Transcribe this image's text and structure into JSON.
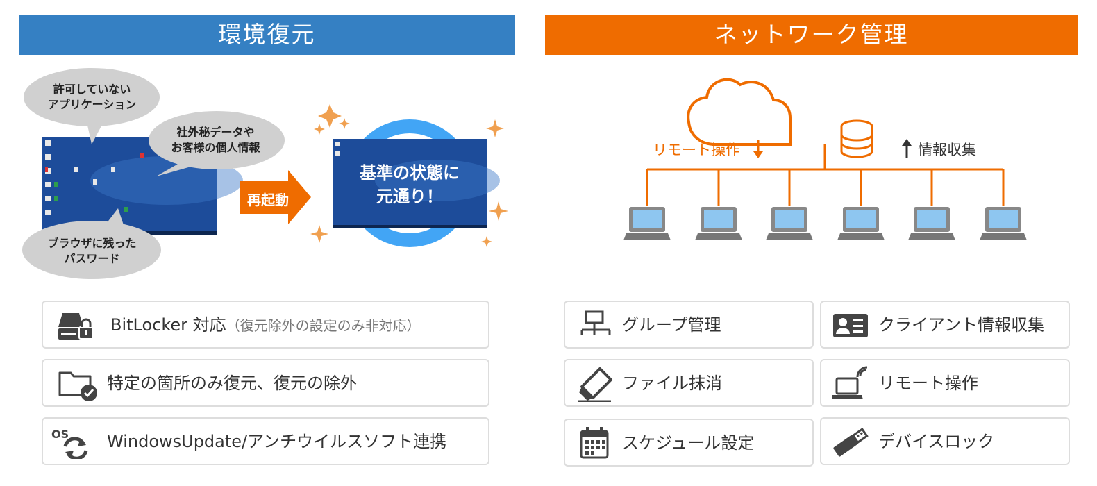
{
  "left_panel": {
    "title": "環境復元",
    "bubbles": {
      "b1_line1": "許可していない",
      "b1_line2": "アプリケーション",
      "b2_line1": "社外秘データや",
      "b2_line2": "お客様の個人情報",
      "b3_line1": "ブラウザに残った",
      "b3_line2": "パスワード"
    },
    "restart_label": "再起動",
    "restored_line1": "基準の状態に",
    "restored_line2": "元通り！",
    "features": [
      {
        "icon": "drive-lock-icon",
        "label": "BitLocker 対応",
        "note": "（復元除外の設定のみ非対応）"
      },
      {
        "icon": "folder-check-icon",
        "label": "特定の箇所のみ復元、復元の除外"
      },
      {
        "icon": "os-sync-icon",
        "label": "WindowsUpdate/アンチウイルスソフト連携"
      }
    ]
  },
  "right_panel": {
    "title": "ネットワーク管理",
    "remote_label": "リモート操作",
    "collect_label": "情報収集",
    "features": [
      {
        "icon": "network-group-icon",
        "label": "グループ管理"
      },
      {
        "icon": "id-card-icon",
        "label": "クライアント情報収集"
      },
      {
        "icon": "eraser-icon",
        "label": "ファイル抹消"
      },
      {
        "icon": "remote-laptop-icon",
        "label": "リモート操作"
      },
      {
        "icon": "calendar-icon",
        "label": "スケジュール設定"
      },
      {
        "icon": "usb-icon",
        "label": "デバイスロック"
      }
    ]
  },
  "colors": {
    "blue": "#3580c3",
    "orange": "#ef6c00",
    "sparkle": "#f0a050",
    "ring": "#42a5f5"
  }
}
